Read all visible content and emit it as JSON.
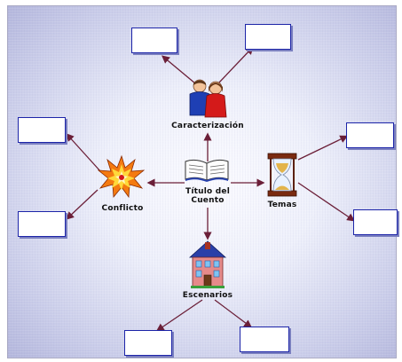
{
  "diagram": {
    "center": {
      "label_line1": "Título del",
      "label_line2": "Cuento",
      "icon": "open-book-icon"
    },
    "nodes": {
      "caracterizacion": {
        "label": "Caracterización",
        "icon": "people-icon"
      },
      "temas": {
        "label": "Temas",
        "icon": "hourglass-icon"
      },
      "conflicto": {
        "label": "Conflicto",
        "icon": "explosion-icon"
      },
      "escenarios": {
        "label": "Escenarios",
        "icon": "house-icon"
      }
    },
    "blank_boxes": 8,
    "colors": {
      "arrow": "#6b1f38",
      "box_border": "#1c24a8",
      "background": "#c9cce9"
    }
  }
}
